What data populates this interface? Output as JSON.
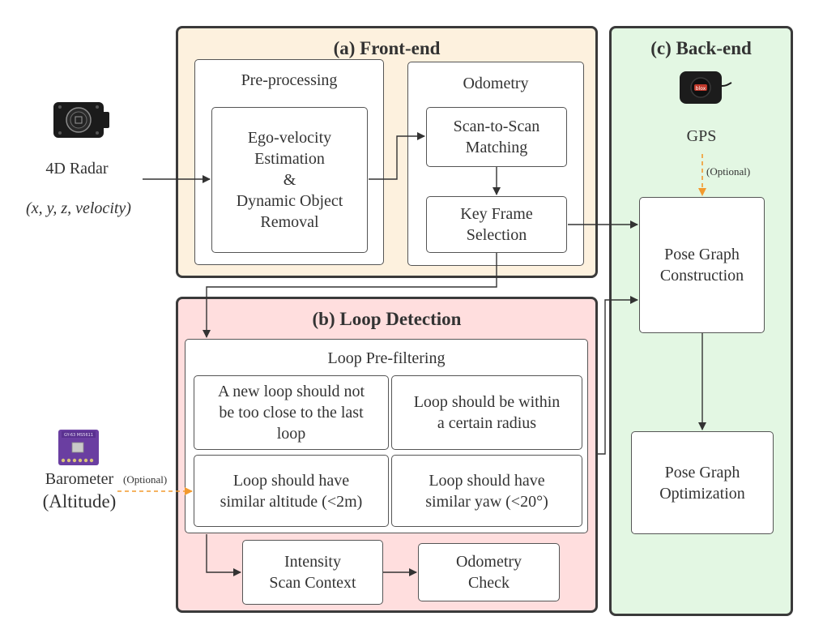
{
  "front_end": {
    "title": "(a) Front-end",
    "preprocessing": {
      "label": "Pre-processing",
      "inner": "Ego-velocity\nEstimation\n&\nDynamic Object\nRemoval"
    },
    "odometry": {
      "label": "Odometry",
      "scan_matching": "Scan-to-Scan\nMatching",
      "key_frame": "Key Frame\nSelection"
    }
  },
  "loop_detection": {
    "title": "(b) Loop Detection",
    "prefilter": {
      "label": "Loop Pre-filtering",
      "criteria": [
        "A new loop should not\nbe too close to the last\nloop",
        "Loop should be within\na certain radius",
        "Loop should have\nsimilar altitude (<2m)",
        "Loop should have\nsimilar yaw (<20°)"
      ]
    },
    "intensity": "Intensity\nScan Context",
    "odometry_check": "Odometry\nCheck"
  },
  "back_end": {
    "title": "(c) Back-end",
    "gps_label": "GPS",
    "optional": "(Optional)",
    "pose_graph_construction": "Pose Graph\nConstruction",
    "pose_graph_optimization": "Pose Graph\nOptimization"
  },
  "sensors": {
    "radar_label": "4D Radar",
    "radar_sub": "(x, y, z, velocity)",
    "barometer_label": "Barometer",
    "barometer_sub": "(Altitude)",
    "barometer_optional": "(Optional)",
    "barometer_chip_text": "GY-63 MS5611"
  },
  "colors": {
    "front_end_bg": "#fdf1de",
    "loop_detection_bg": "#ffdede",
    "back_end_bg": "#e3f7e3",
    "arrow": "#333333",
    "optional_arrow": "#f29a2e",
    "barometer_board": "#6a3ea1"
  }
}
